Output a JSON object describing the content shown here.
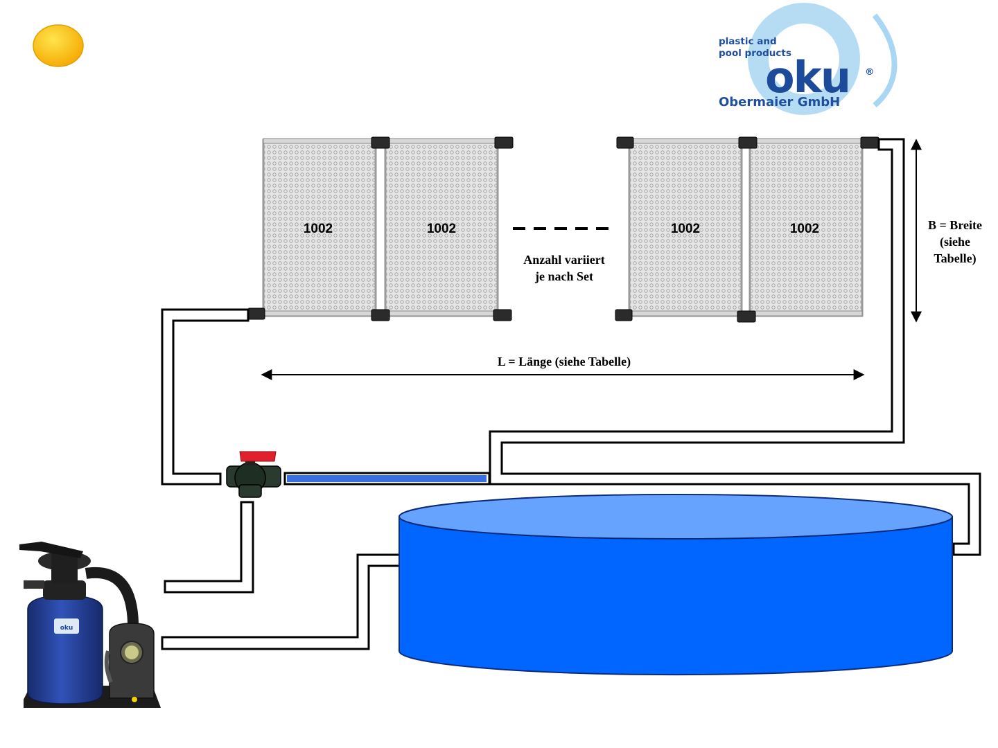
{
  "logo": {
    "line1": "plastic and",
    "line2": "pool products",
    "brand": "oku",
    "registered": "®",
    "company": "Obermaier GmbH",
    "ring_color": "#a9d6f2",
    "text_color": "#1f4f9c"
  },
  "panels": [
    {
      "label": "1002"
    },
    {
      "label": "1002"
    },
    {
      "label": "1002"
    },
    {
      "label": "1002"
    }
  ],
  "annotations": {
    "variation_line1": "Anzahl variiert",
    "variation_line2": "je nach Set",
    "length": "L = Länge (siehe Tabelle)",
    "width_line1": "B = Breite",
    "width_line2": "(siehe",
    "width_line3": "Tabelle)"
  },
  "pump": {
    "brand": "oku",
    "color": "#1e3a8f"
  },
  "colors": {
    "pool_top": "#66a3ff",
    "pool_body": "#0066ff",
    "sun": "#fbc02d",
    "heated_pipe": "#3a6fe0",
    "valve_handle": "#e0202c"
  }
}
